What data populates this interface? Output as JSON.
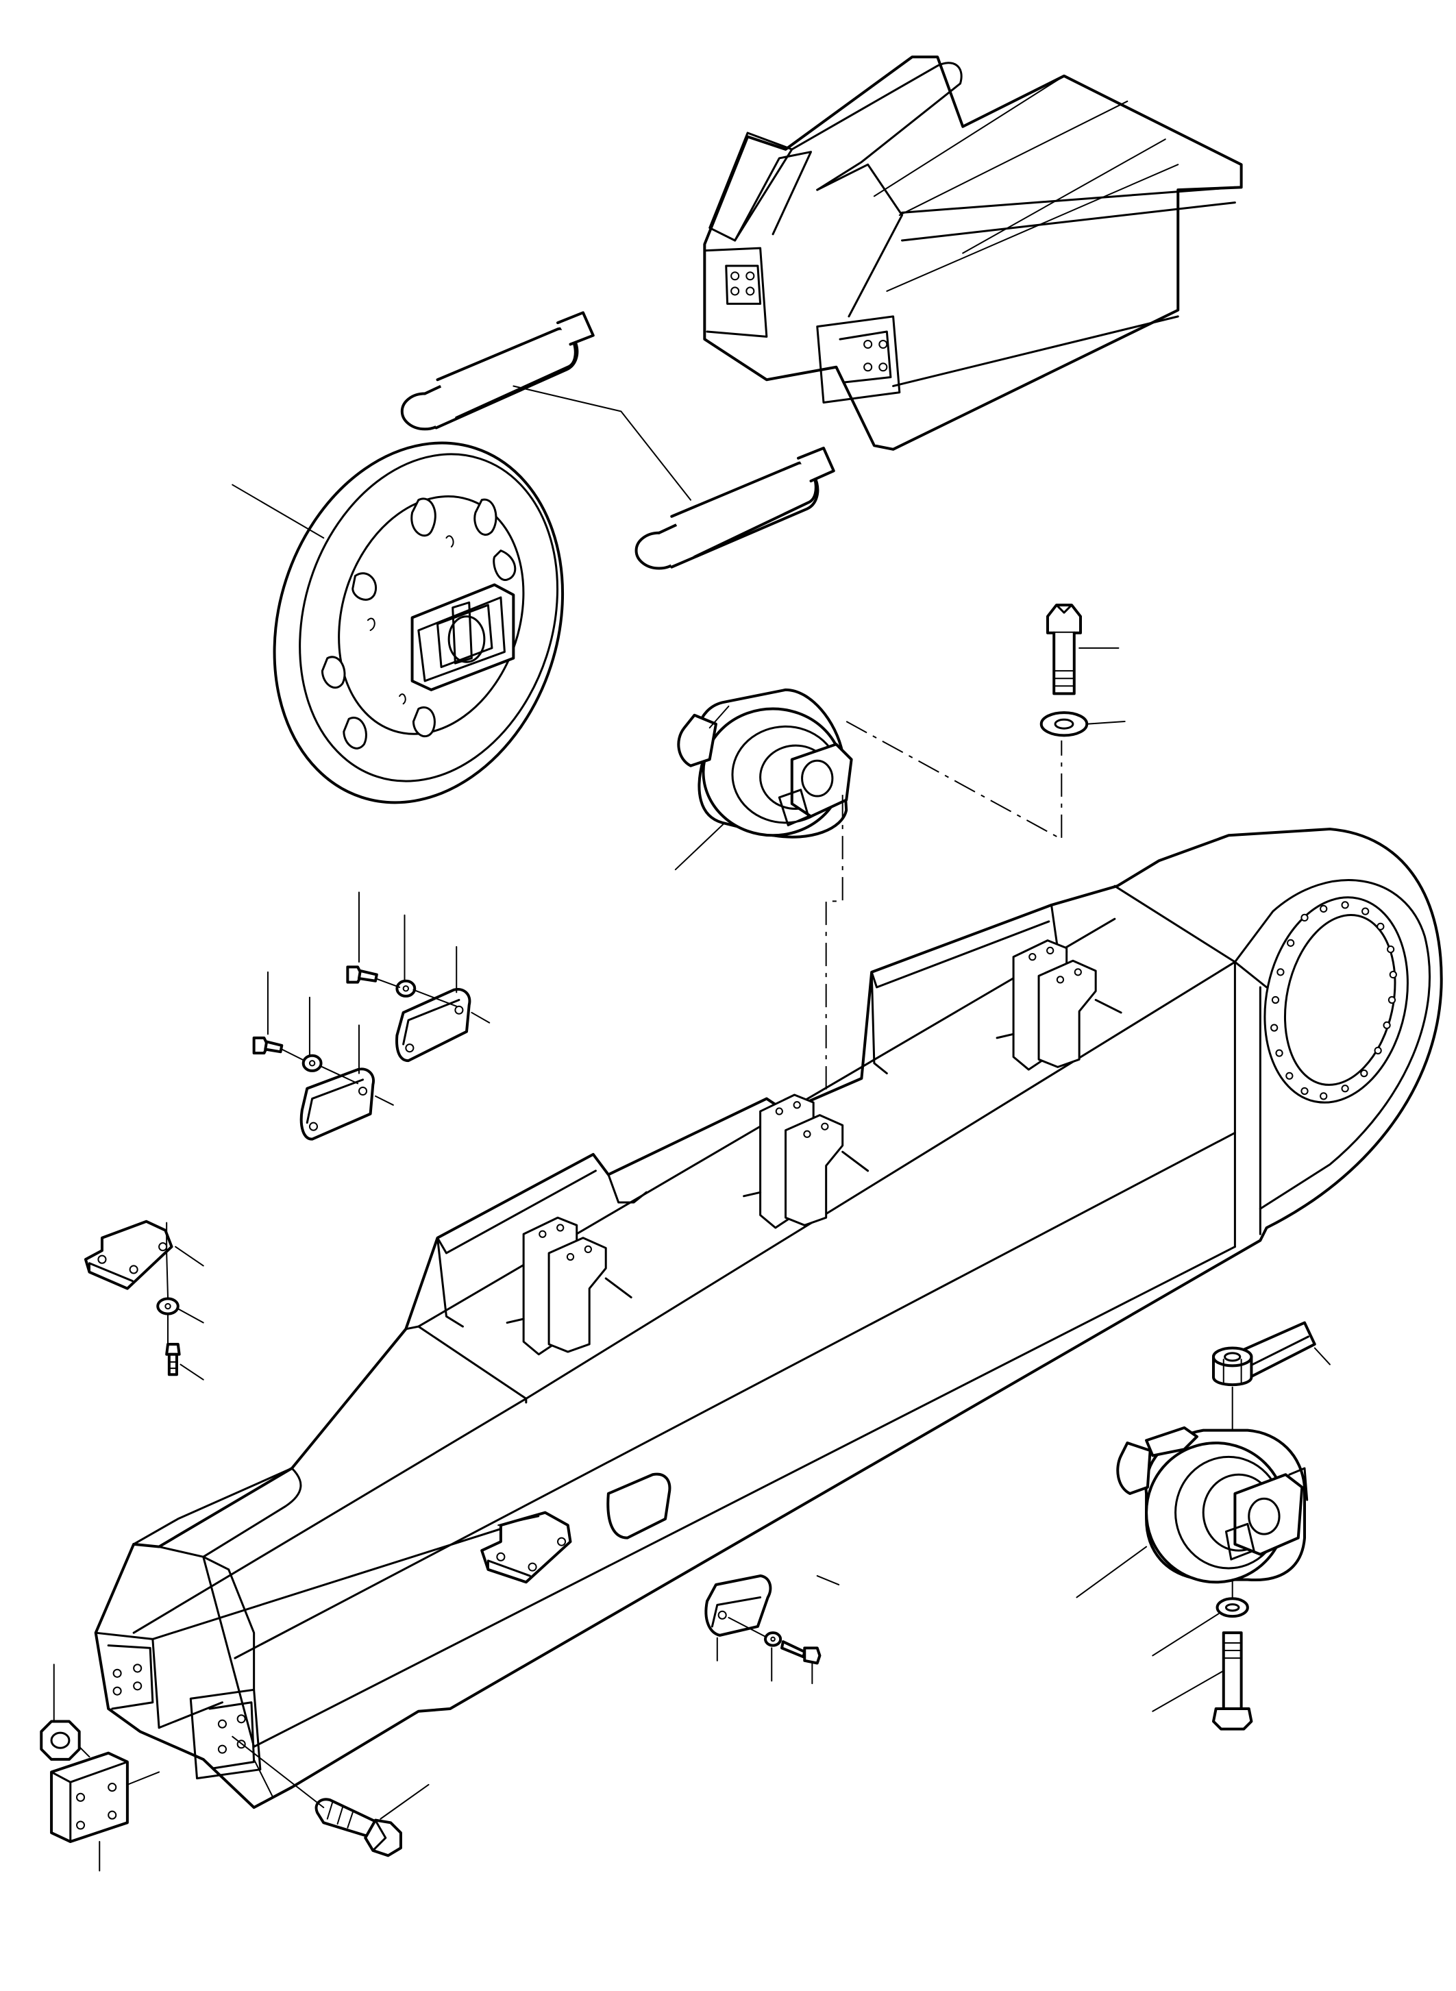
{
  "drawing": {
    "kind": "exploded-view parts diagram",
    "parts": [
      "track-frame",
      "idler-wheel",
      "idler-axle-pins",
      "track-roller-upper",
      "track-roller-lower",
      "mounting-bolt",
      "washer",
      "cover-plates",
      "lock-washers",
      "small-screws",
      "nut",
      "guide-block",
      "wrench"
    ],
    "line_color": "#000000",
    "background_color": "#ffffff"
  }
}
